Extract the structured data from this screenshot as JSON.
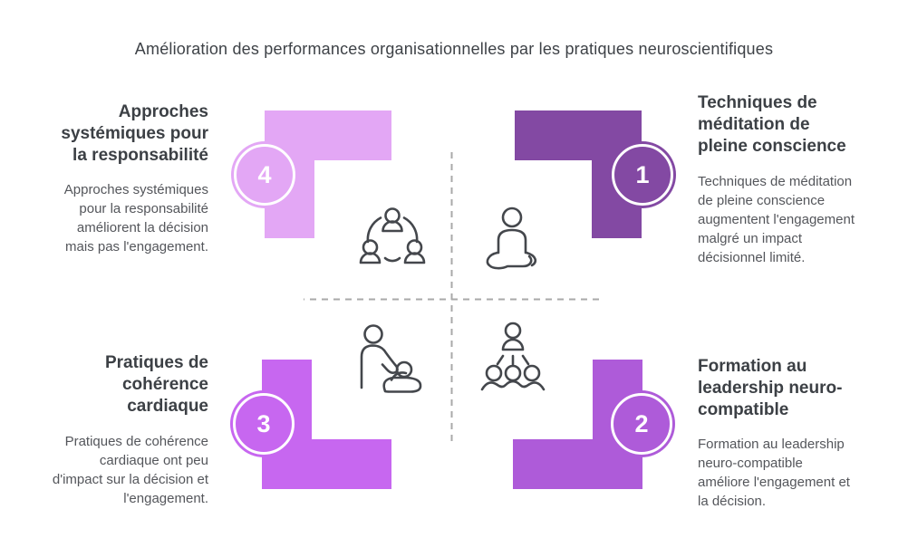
{
  "title": "Amélioration des performances organisationnelles par les pratiques neuroscientifiques",
  "colors": {
    "background": "#ffffff",
    "q1": "#8349a3",
    "q2": "#ae5bd9",
    "q3": "#c767f0",
    "q4": "#e3a7f5",
    "heading_text": "#3c4045",
    "body_text": "#54565b",
    "divider": "#a9a9a9",
    "icon_stroke": "#44474c",
    "badge_number_text": "#ffffff"
  },
  "quadrants": [
    {
      "number": "1",
      "heading": "Techniques de\nméditation de\npleine conscience",
      "body": "Techniques de méditation\nde pleine conscience\naugmentent l'engagement\nmalgré un impact\ndécisionnel limité.",
      "icon": "meditation-icon",
      "color": "#8349a3",
      "position": "top-right"
    },
    {
      "number": "2",
      "heading": "Formation au\nleadership neuro-\ncompatible",
      "body": "Formation au leadership\nneuro-compatible\naméliore l'engagement et\nla décision.",
      "icon": "presentation-icon",
      "color": "#ae5bd9",
      "position": "bottom-right"
    },
    {
      "number": "3",
      "heading": "Pratiques de\ncohérence\ncardiaque",
      "body": "Pratiques de cohérence\ncardiaque ont peu\nd'impact sur la décision et\nl'engagement.",
      "icon": "coaching-icon",
      "color": "#c767f0",
      "position": "bottom-left"
    },
    {
      "number": "4",
      "heading": "Approches\nsystémiques pour\nla responsabilité",
      "body": "Approches systémiques\npour la responsabilité\naméliorent la décision\nmais pas l'engagement.",
      "icon": "team-icon",
      "color": "#e3a7f5",
      "position": "top-left"
    }
  ]
}
